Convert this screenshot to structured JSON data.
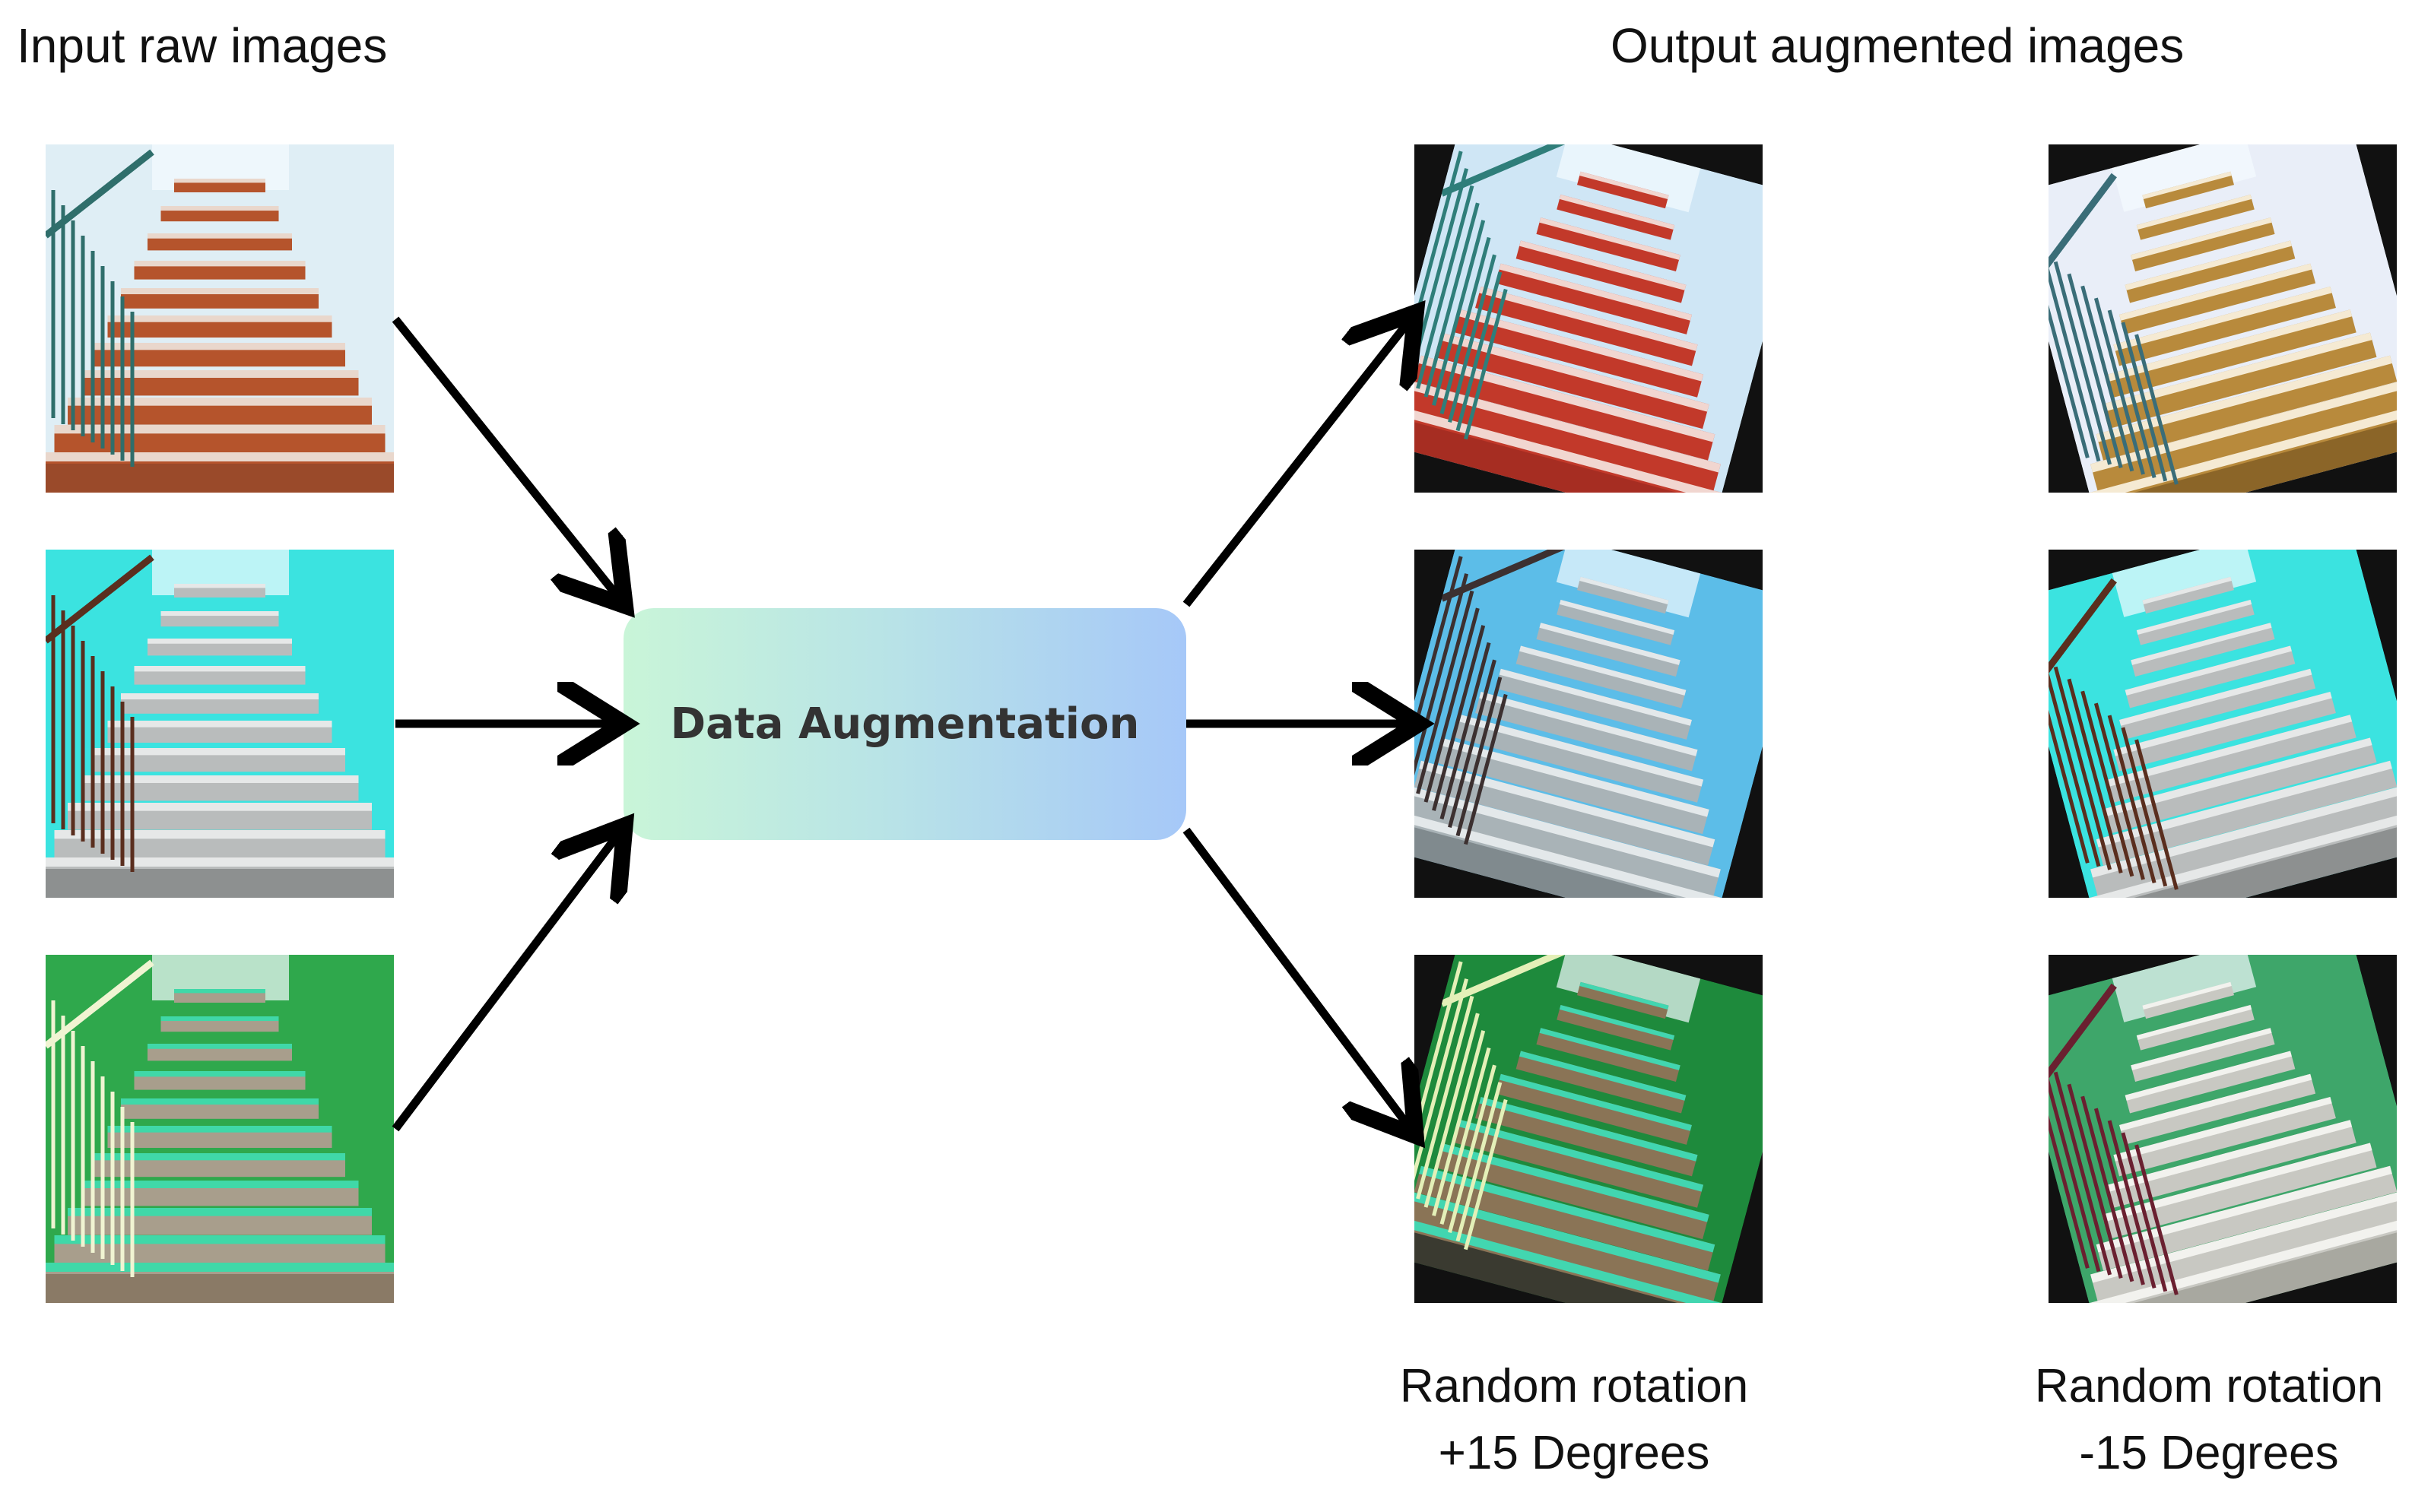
{
  "input_title": "Input raw images",
  "output_title": "Output augmented images",
  "process_label": "Data Augmentation",
  "captions": {
    "col1": [
      "Random rotation",
      "+15 Degrees"
    ],
    "col2": [
      "Random rotation",
      "-15 Degrees"
    ]
  },
  "colors": {
    "arrow": "#000000",
    "box_gradient": [
      "#c9f5d8",
      "#a6c8f8"
    ],
    "image_themes": [
      "orange-stairs",
      "cyan-stairs",
      "green-stairs"
    ]
  },
  "image_icons": [
    "staircase-photo-orange",
    "staircase-photo-cyan",
    "staircase-photo-green"
  ]
}
